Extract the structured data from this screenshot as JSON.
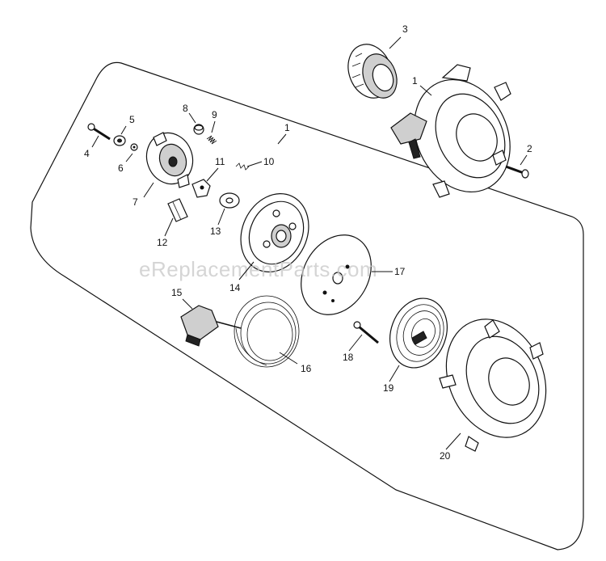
{
  "watermark": "eReplacementParts.com",
  "callouts": {
    "c1a": "1",
    "c1b": "1",
    "c2": "2",
    "c3": "3",
    "c4": "4",
    "c5": "5",
    "c6": "6",
    "c7": "7",
    "c8": "8",
    "c9": "9",
    "c10": "10",
    "c11": "11",
    "c12": "12",
    "c13": "13",
    "c14": "14",
    "c15": "15",
    "c16": "16",
    "c17": "17",
    "c18": "18",
    "c19": "19",
    "c20": "20"
  }
}
